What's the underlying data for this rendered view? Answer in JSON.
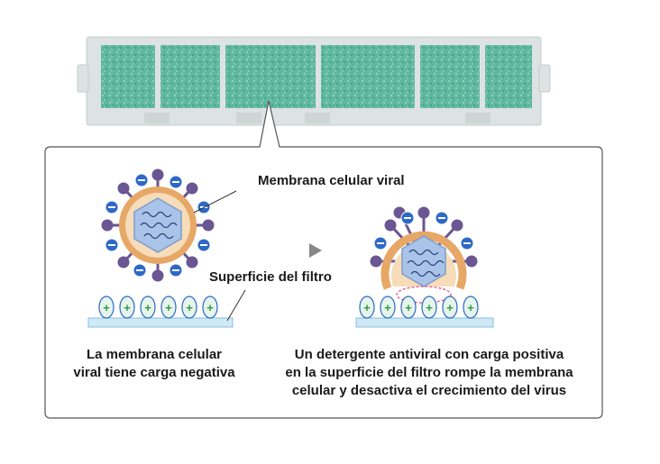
{
  "labels": {
    "membrane": "Membrana celular viral",
    "filter_surface": "Superficie del filtro"
  },
  "captions": {
    "left": [
      "La membrana celular",
      "viral tiene carga negativa"
    ],
    "right": [
      "Un detergente antiviral con carga positiva",
      "en la superficie del filtro rompe la membrana",
      "celular y desactiva el crecimiento del virus"
    ]
  },
  "symbols": {
    "negative": "−",
    "positive": "+"
  },
  "colors": {
    "filter_green": "#5fb79f",
    "frame": "#dde2e3",
    "membrane_orange": "#e7a766",
    "capsid_blue": "#a9c4e8",
    "spike_purple": "#6a5692",
    "charge_blue": "#2e69c8",
    "positive_green": "#2f9a45",
    "surface_blue": "#cfe9f7",
    "rupture_pink": "#e06a94"
  }
}
